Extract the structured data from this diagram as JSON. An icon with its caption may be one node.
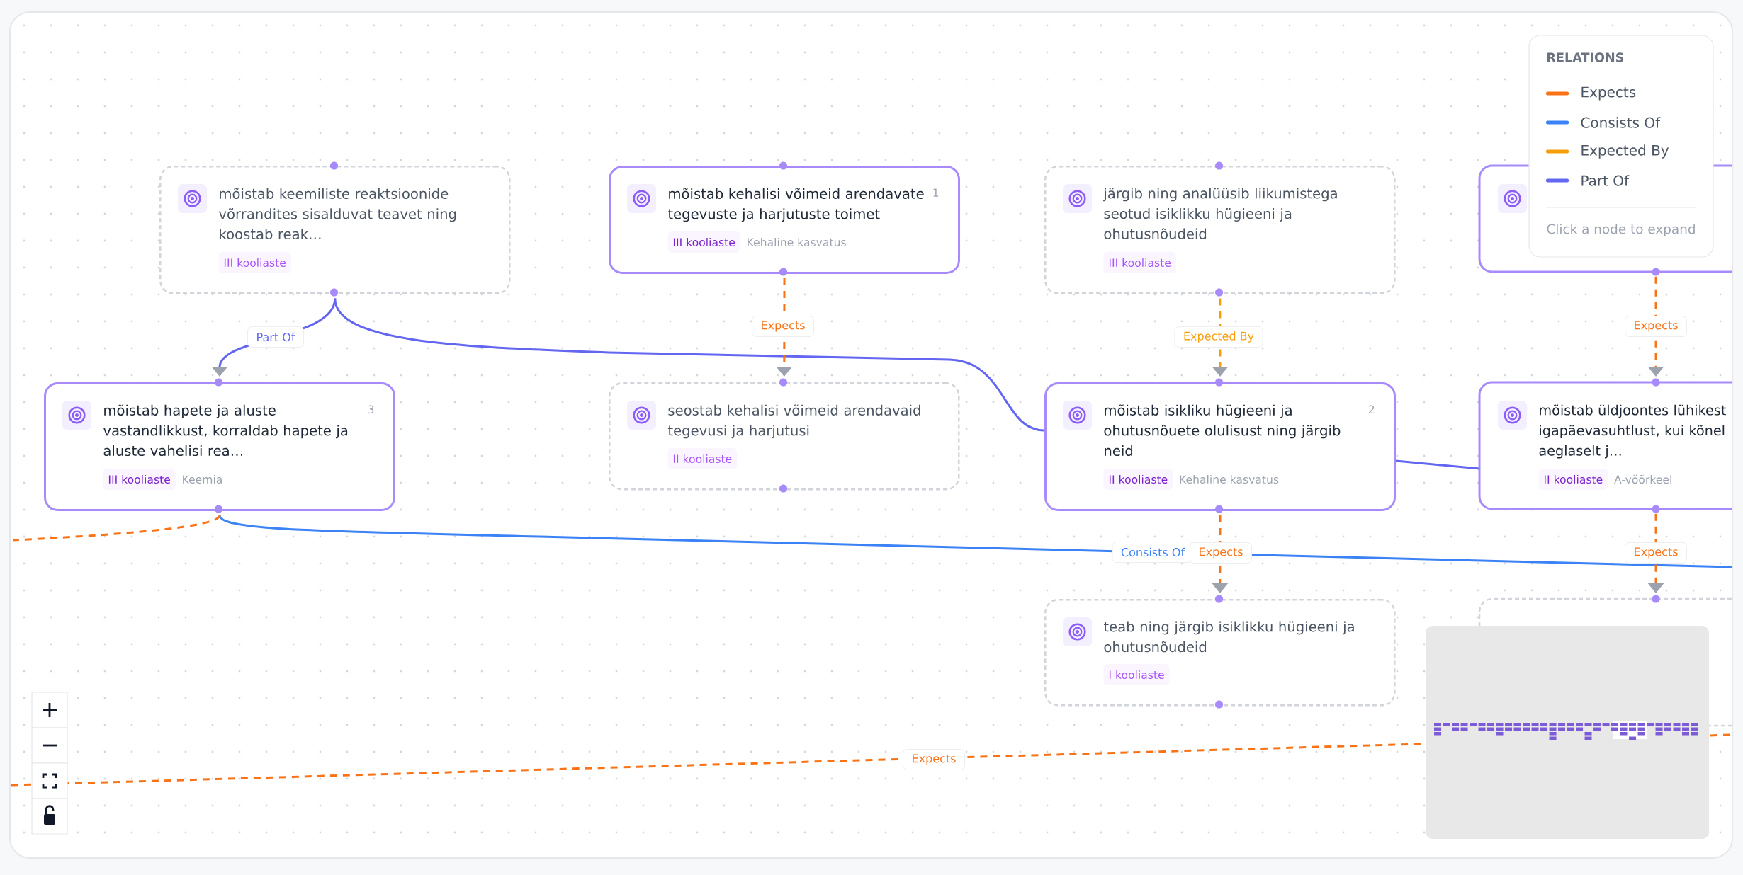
{
  "diagram": {
    "nodes": [
      {
        "text": [
          "mõistab keemiliste reaktsioonide võrrandites sisalduvat teavet ning koostab reak…",
          "III kooliaste"
        ]
      },
      {
        "text": [
          "mõistab kehalisi võimeid arendavate tegevuste ja harjutuste toimet",
          "III kooliaste",
          "Kehaline kasvatus",
          "1"
        ]
      },
      {
        "text": [
          "järgib ning analüüsib liikumistega seotud isiklikku hügieeni ja ohutusnõudeid",
          "III kooliaste"
        ]
      },
      {
        "text": [],
        "shape": "box"
      },
      {
        "text": [
          "mõistab hapete ja aluste vastandlikkust, korraldab hapete ja aluste vahelisi rea…",
          "III kooliaste",
          "Keemia",
          "3"
        ]
      },
      {
        "text": [
          "seostab kehalisi võimeid arendavaid tegevusi ja harjutusi",
          "II kooliaste"
        ]
      },
      {
        "text": [
          "mõistab isikliku hügieeni ja ohutusnõuete olulisust ning järgib neid",
          "II kooliaste",
          "Kehaline kasvatus",
          "2"
        ]
      },
      {
        "text": [
          "mõistab üldjoontes lühikest igapäevasuhtlust, kui kõnel aeglaselt j…",
          "II kooliaste",
          "A-võõrkeel"
        ]
      },
      {
        "text": [
          "teab ning järgib isiklikku hügieeni ja ohutusnõudeid",
          "I kooliaste"
        ]
      },
      {
        "text": [],
        "shape": "box"
      }
    ],
    "edges": [
      {
        "from": 0,
        "to": 4,
        "arrow": "to",
        "label": "Part Of",
        "color": "#6366f1"
      },
      {
        "from": 0,
        "to": 6,
        "arrow": "none",
        "color": "#6366f1"
      },
      {
        "from": 1,
        "to": 5,
        "arrow": "to",
        "label": "Expects",
        "style": "dashed"
      },
      {
        "from": 2,
        "to": 6,
        "arrow": "to",
        "label": "Expected By",
        "style": "dashed",
        "color": "#f59e0b"
      },
      {
        "from": 3,
        "to": 7,
        "arrow": "to",
        "label": "Expects",
        "style": "dashed"
      },
      {
        "from": 4,
        "to": null,
        "arrow": "none",
        "label": "Consists Of",
        "color": "#3b82f6"
      },
      {
        "from": 4,
        "to": null,
        "arrow": "none",
        "style": "dashed"
      },
      {
        "from": 6,
        "to": 7,
        "arrow": "none",
        "color": "#6366f1"
      },
      {
        "from": 6,
        "to": 8,
        "arrow": "to",
        "label": "Expects",
        "style": "dashed"
      },
      {
        "from": 7,
        "to": 9,
        "arrow": "to",
        "label": "Expects",
        "style": "dashed"
      }
    ],
    "labels": [
      "RELATIONS",
      "Click a node to expand",
      "Expects"
    ],
    "legend": [
      {
        "text": "Expects",
        "color": "#f97316"
      },
      {
        "text": "Consists Of",
        "color": "#3b82f6"
      },
      {
        "text": "Expected By",
        "color": "#f59e0b"
      },
      {
        "text": "Part Of",
        "color": "#6366f1"
      }
    ]
  }
}
